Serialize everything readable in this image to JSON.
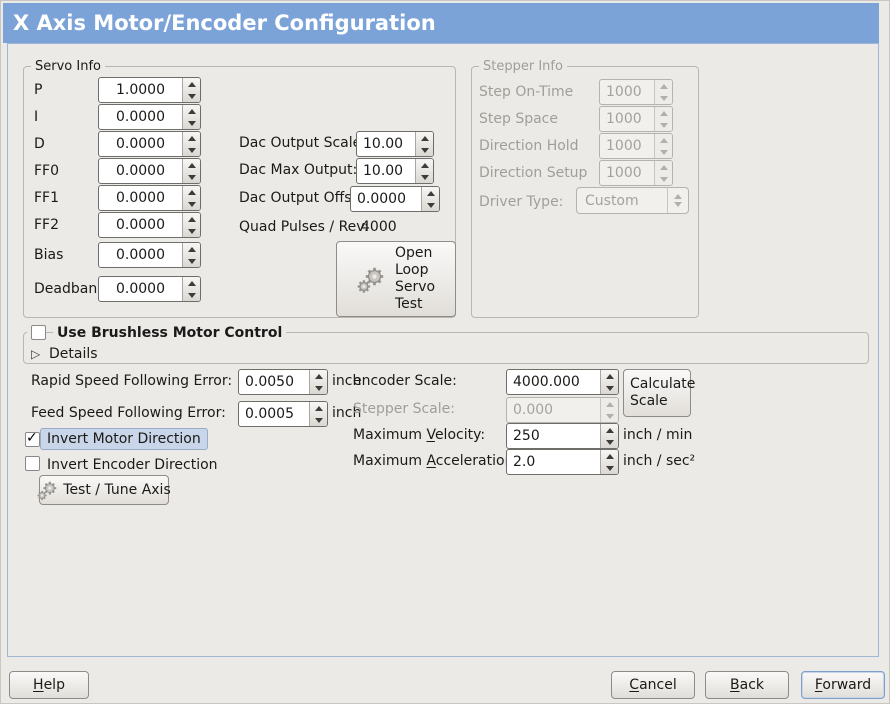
{
  "window": {
    "title": "X Axis Motor/Encoder Configuration"
  },
  "colors": {
    "titlebar_bg": "#7CA3D8",
    "titlebar_text": "#FFFFFF",
    "panel_bg": "#ECEAE7",
    "focus_highlight_bg": "#C9D6E9",
    "content_border": "#9FB7D7",
    "disabled_text": "#A19E98"
  },
  "icons": {
    "checkmark": "✓",
    "expander_collapsed": "▷"
  },
  "servo": {
    "frame_label": "Servo Info",
    "rows": [
      {
        "label": "P",
        "value": "1.0000"
      },
      {
        "label": "I",
        "value": "0.0000"
      },
      {
        "label": "D",
        "value": "0.0000"
      },
      {
        "label": "FF0",
        "value": "0.0000"
      },
      {
        "label": "FF1",
        "value": "0.0000"
      },
      {
        "label": "FF2",
        "value": "0.0000"
      },
      {
        "label": "Bias",
        "value": "0.0000"
      },
      {
        "label": "Deadband",
        "value": "0.0000"
      }
    ],
    "dac_rows": [
      {
        "label": "Dac Output Scale:",
        "value": "10.00"
      },
      {
        "label": "Dac Max Output:",
        "value": "10.00"
      },
      {
        "label": "Dac Output Offset:",
        "value": "0.0000"
      }
    ],
    "quad_pulses": {
      "label": "Quad Pulses / Rev:",
      "value": "4000"
    },
    "open_loop_button": {
      "lines": [
        "Open",
        "Loop",
        "Servo",
        "Test"
      ]
    }
  },
  "stepper": {
    "frame_label": "Stepper Info",
    "rows": [
      {
        "label": "Step On-Time",
        "value": "1000"
      },
      {
        "label": "Step Space",
        "value": "1000"
      },
      {
        "label": "Direction Hold",
        "value": "1000"
      },
      {
        "label": "Direction Setup",
        "value": "1000"
      }
    ],
    "driver_type": {
      "label": "Driver Type:",
      "value": "Custom"
    }
  },
  "brushless": {
    "checkbox_label": "Use Brushless Motor Control",
    "checked": false,
    "details_label": "Details"
  },
  "following_error": {
    "rapid": {
      "label": "Rapid Speed Following Error:",
      "value": "0.0050",
      "unit": "inch"
    },
    "feed": {
      "label": "Feed Speed Following Error:",
      "value": "0.0005",
      "unit": "inch"
    }
  },
  "scaling": {
    "encoder_scale": {
      "label": "encoder Scale:",
      "value": "4000.000"
    },
    "stepper_scale": {
      "label": "Stepper Scale:",
      "value": "0.000"
    },
    "max_velocity": {
      "label_pre": "Maximum ",
      "label_key": "V",
      "label_post": "elocity:",
      "value": "250",
      "unit": "inch / min"
    },
    "max_acceleration": {
      "label_pre": "Maximum ",
      "label_key": "A",
      "label_post": "cceleration:",
      "value": "2.0",
      "unit": "inch / sec²"
    },
    "calculate_button": {
      "lines": [
        "Calculate",
        "Scale"
      ]
    }
  },
  "options": {
    "invert_motor": {
      "label": "Invert Motor Direction",
      "checked": true
    },
    "invert_encoder": {
      "label": "Invert Encoder Direction",
      "checked": false
    },
    "test_tune_button": {
      "label": "Test / Tune Axis"
    }
  },
  "footer": {
    "help": {
      "key": "H",
      "post": "elp"
    },
    "cancel": {
      "key": "C",
      "post": "ancel"
    },
    "back": {
      "key": "B",
      "post": "ack"
    },
    "forward": {
      "key": "F",
      "post": "orward"
    }
  }
}
